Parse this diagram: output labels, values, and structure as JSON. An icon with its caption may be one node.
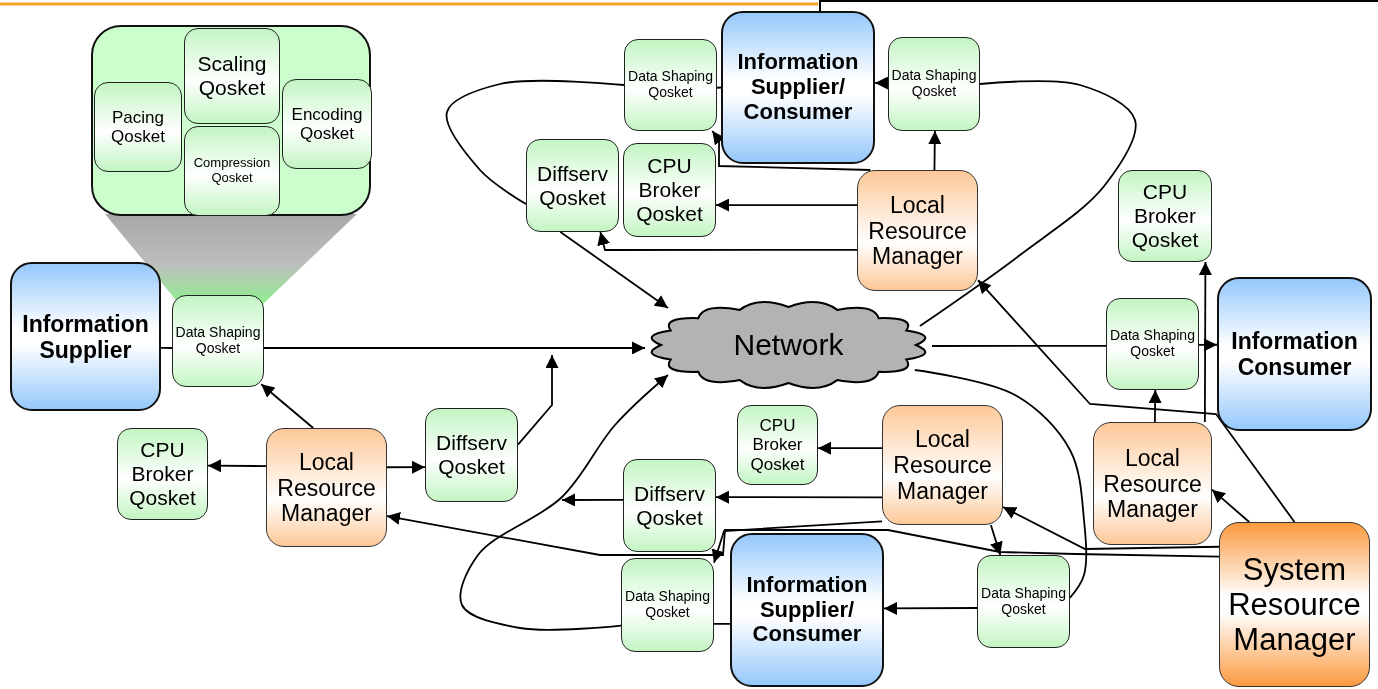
{
  "diagram": {
    "nodes": [
      {
        "text": [],
        "shape": "box"
      },
      {
        "text": [
          "Pacing Qosket"
        ],
        "in": 0
      },
      {
        "text": [
          "Scaling Qosket"
        ],
        "in": 0
      },
      {
        "text": [
          "Encoding Qosket"
        ],
        "in": 0
      },
      {
        "text": [
          "Compression Qosket"
        ],
        "in": 0
      },
      {
        "text": [
          "Information Supplier"
        ]
      },
      {
        "text": [
          "Data Shaping Qosket"
        ]
      },
      {
        "text": [
          "CPU Broker Qosket"
        ]
      },
      {
        "text": [
          "Local Resource Manager"
        ]
      },
      {
        "text": [
          "Diffserv Qosket"
        ]
      },
      {
        "text": [
          "Data Shaping Qosket"
        ]
      },
      {
        "text": [
          "Information Supplier/ Consumer"
        ]
      },
      {
        "text": [
          "Data Shaping Qosket"
        ]
      },
      {
        "text": [
          "Diffserv Qosket"
        ]
      },
      {
        "text": [
          "CPU Broker Qosket"
        ]
      },
      {
        "text": [
          "Local Resource Manager"
        ]
      },
      {
        "text": [
          "Network"
        ]
      },
      {
        "text": [
          "CPU Broker Qosket"
        ]
      },
      {
        "text": [
          "Data Shaping Qosket"
        ]
      },
      {
        "text": [
          "Information Consumer"
        ]
      },
      {
        "text": [
          "CPU Broker Qosket"
        ]
      },
      {
        "text": [
          "Local Resource Manager"
        ]
      },
      {
        "text": [
          "Local Resource Manager"
        ]
      },
      {
        "text": [
          "Diffserv Qosket"
        ]
      },
      {
        "text": [
          "Data Shaping Qosket"
        ]
      },
      {
        "text": [
          "Information Supplier/ Consumer"
        ]
      },
      {
        "text": [
          "Data Shaping Qosket"
        ]
      },
      {
        "text": [
          "System Resource Manager"
        ]
      }
    ],
    "edges": [
      {
        "from": 5,
        "to": 6,
        "arrow": "none"
      },
      {
        "from": 6,
        "to": 16,
        "arrow": "to"
      },
      {
        "from": 8,
        "to": 6,
        "arrow": "to"
      },
      {
        "from": 8,
        "to": 7,
        "arrow": "to"
      },
      {
        "from": 8,
        "to": 9,
        "arrow": "to"
      },
      {
        "from": 9,
        "to": null,
        "arrow": "to"
      },
      {
        "from": 10,
        "to": 11,
        "arrow": "none"
      },
      {
        "from": 12,
        "to": 11,
        "arrow": "to"
      },
      {
        "from": 15,
        "to": 12,
        "arrow": "to"
      },
      {
        "from": 15,
        "to": 10,
        "arrow": "to"
      },
      {
        "from": 15,
        "to": 13,
        "arrow": "to"
      },
      {
        "from": 15,
        "to": 14,
        "arrow": "to"
      },
      {
        "from": 13,
        "to": 16,
        "arrow": "to"
      },
      {
        "from": 10,
        "to": 13,
        "arrow": "none"
      },
      {
        "from": 12,
        "to": 16,
        "arrow": "none"
      },
      {
        "from": 16,
        "to": 18,
        "arrow": "none"
      },
      {
        "from": 18,
        "to": 19,
        "arrow": "to"
      },
      {
        "from": 22,
        "to": 18,
        "arrow": "to"
      },
      {
        "from": 22,
        "to": 17,
        "arrow": "to"
      },
      {
        "from": 27,
        "to": 15,
        "arrow": "to"
      },
      {
        "from": 27,
        "to": 22,
        "arrow": "to"
      },
      {
        "from": 27,
        "to": 21,
        "arrow": "to"
      },
      {
        "from": 27,
        "to": 8,
        "arrow": "to"
      },
      {
        "from": 16,
        "to": 26,
        "arrow": "none"
      },
      {
        "from": 26,
        "to": 25,
        "arrow": "to"
      },
      {
        "from": 24,
        "to": 25,
        "arrow": "none"
      },
      {
        "from": 24,
        "to": 16,
        "arrow": "to"
      },
      {
        "from": 23,
        "to": null,
        "arrow": "to"
      },
      {
        "from": 21,
        "to": 23,
        "arrow": "to"
      },
      {
        "from": 21,
        "to": 20,
        "arrow": "to"
      },
      {
        "from": 21,
        "to": 24,
        "arrow": "to"
      },
      {
        "from": 21,
        "to": 26,
        "arrow": "to"
      }
    ]
  }
}
